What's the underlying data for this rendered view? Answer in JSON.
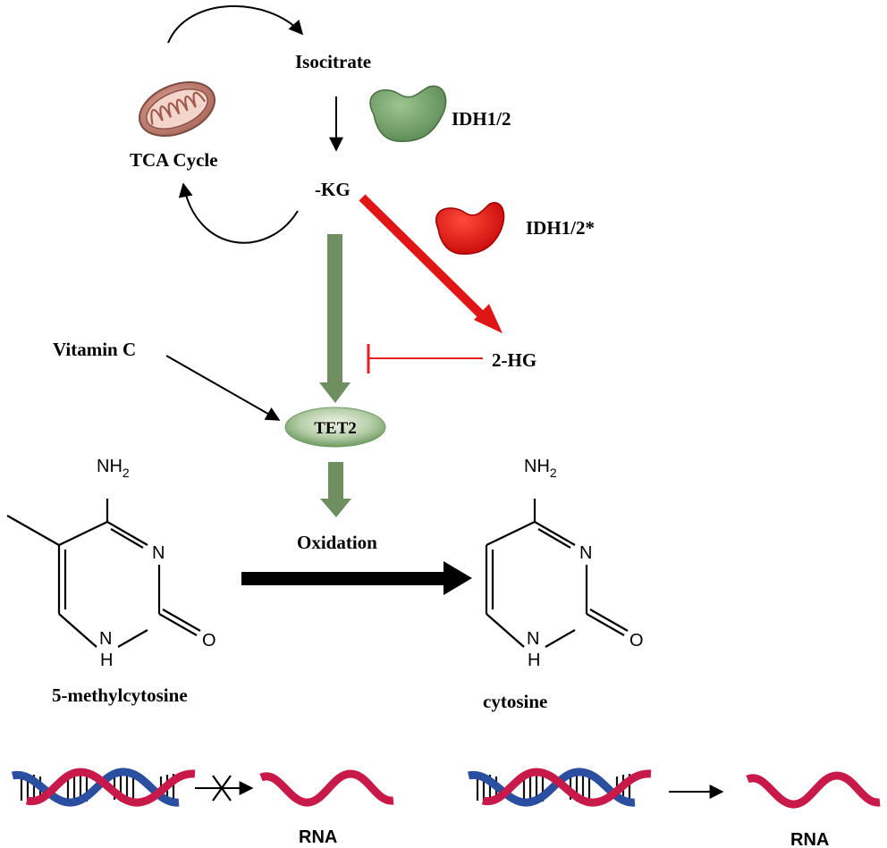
{
  "labels": {
    "isocitrate": "Isocitrate",
    "tca_cycle": "TCA Cycle",
    "akg": "-KG",
    "idh_wt": "IDH1/2",
    "idh_mut": "IDH1/2*",
    "two_hg": "2-HG",
    "vitamin_c": "Vitamin C",
    "tet2": "TET2",
    "oxidation": "Oxidation",
    "mc5": "5-methylcytosine",
    "cytosine": "cytosine",
    "rna_left": "RNA",
    "rna_right": "RNA"
  },
  "molecules": {
    "amine": "NH",
    "amine_sub": "2",
    "ring_n": "N",
    "ring_nh_n": "N",
    "ring_nh_h": "H",
    "carbonyl_o": "O"
  },
  "colors": {
    "wildtype_enzyme": "#6a9a62",
    "mutant_enzyme": "#e01515",
    "inhibition": "#e82020",
    "tet_pathway": "#6f8f61",
    "mitochondrion": "#c07d70",
    "dna_strand_a": "#2a4ea0",
    "dna_strand_b": "#c81a4a"
  },
  "icons": [
    "mitochondrion-icon",
    "idh-wildtype-enzyme-icon",
    "idh-mutant-enzyme-icon",
    "dna-double-helix-icon",
    "rna-strand-icon",
    "blocked-cross-icon"
  ]
}
